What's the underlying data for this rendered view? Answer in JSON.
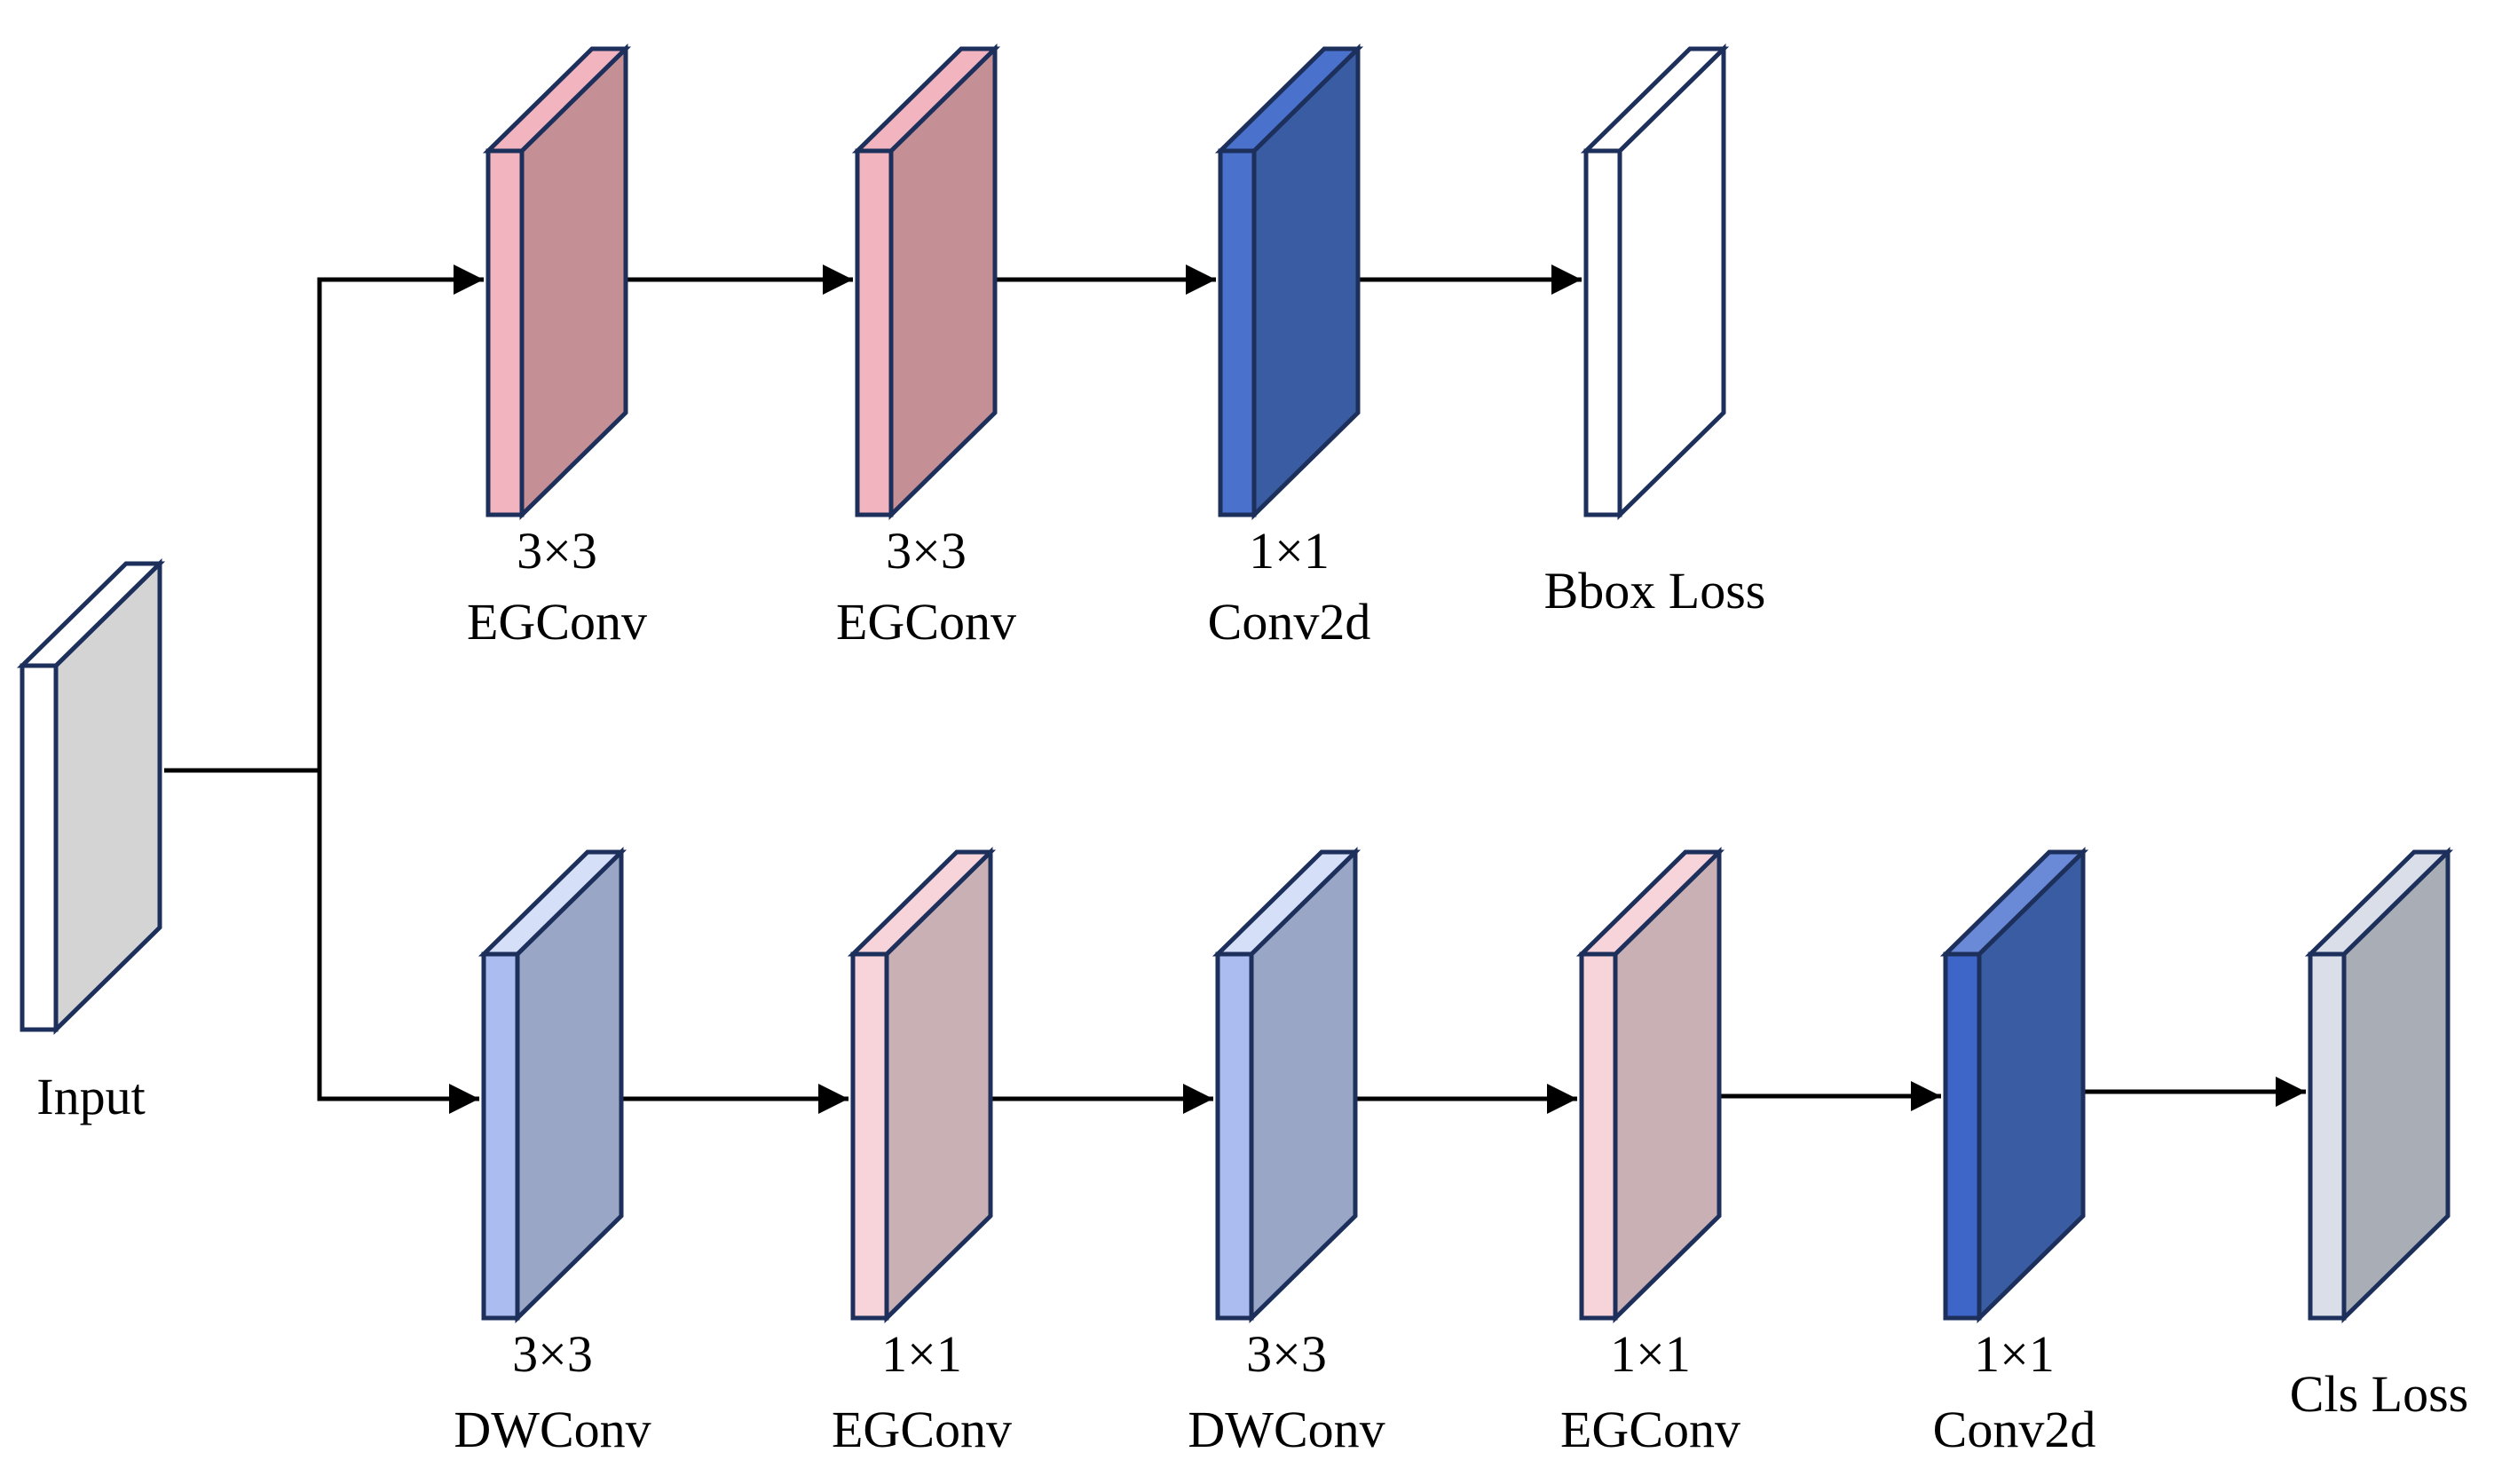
{
  "diagram": {
    "input": {
      "label": "Input",
      "colors": {
        "front": "#ffffff",
        "side": "#d4d4d4",
        "top": "#ffffff"
      }
    },
    "top_branch": [
      {
        "id": "t1",
        "line1": "3×3",
        "line2": "EGConv",
        "colors": {
          "front": "#f2b5c0",
          "side": "#c49096",
          "top": "#f2b5c0"
        }
      },
      {
        "id": "t2",
        "line1": "3×3",
        "line2": "EGConv",
        "colors": {
          "front": "#f2b5c0",
          "side": "#c49096",
          "top": "#f2b5c0"
        }
      },
      {
        "id": "t3",
        "line1": "1×1",
        "line2": "Conv2d",
        "colors": {
          "front": "#4a72cc",
          "side": "#3a5ca2",
          "top": "#4a72cc"
        }
      },
      {
        "id": "t4",
        "line1": "",
        "line2": "Bbox Loss",
        "colors": {
          "front": "#ffffff",
          "side": "#ffffff",
          "top": "#ffffff"
        }
      }
    ],
    "bottom_branch": [
      {
        "id": "b1",
        "line1": "3×3",
        "line2": "DWConv",
        "colors": {
          "front": "#aabcf0",
          "side": "#9aa6c6",
          "top": "#d6dff8"
        }
      },
      {
        "id": "b2",
        "line1": "1×1",
        "line2": "EGConv",
        "colors": {
          "front": "#f7d4da",
          "side": "#c9b0b4",
          "top": "#f7d4da"
        }
      },
      {
        "id": "b3",
        "line1": "3×3",
        "line2": "DWConv",
        "colors": {
          "front": "#aabcf0",
          "side": "#9aa6c6",
          "top": "#d6dff8"
        }
      },
      {
        "id": "b4",
        "line1": "1×1",
        "line2": "EGConv",
        "colors": {
          "front": "#f7d4da",
          "side": "#c9b0b4",
          "top": "#f7d4da"
        }
      },
      {
        "id": "b5",
        "line1": "1×1",
        "line2": "Conv2d",
        "colors": {
          "front": "#3e66c8",
          "side": "#3a5ca2",
          "top": "#6a8ad8"
        }
      },
      {
        "id": "b6",
        "line1": "",
        "line2": "Cls Loss",
        "colors": {
          "front": "#d9dee8",
          "side": "#a9aeb6",
          "top": "#d9dee8"
        }
      }
    ],
    "line_color": "#000000",
    "outline_color": "#1d2f5b"
  }
}
